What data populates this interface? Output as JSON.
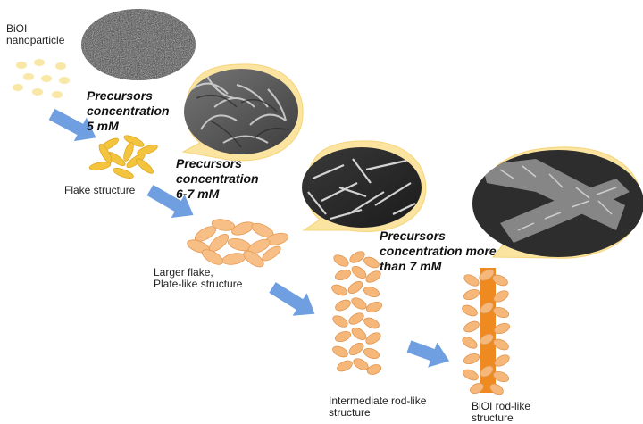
{
  "labels": {
    "bioi_nanoparticle": [
      "BiOI",
      "nanoparticle"
    ],
    "flake": "Flake structure",
    "plate": [
      "Larger flake,",
      "Plate-like structure"
    ],
    "intermediate": [
      "Intermediate rod-like",
      "structure"
    ],
    "bioi_rod": [
      "BiOI rod-like",
      "structure"
    ]
  },
  "concentrations": {
    "c1": [
      "Precursors",
      "concentration",
      "5 mM"
    ],
    "c2": [
      "Precursors",
      "concentration",
      "6-7 mM"
    ],
    "c3": [
      "Precursors",
      "concentration more",
      "than 7 mM"
    ]
  },
  "colors": {
    "arrow": "#6f9fe0",
    "speech_bubble": "#fbe4a0",
    "nanoparticle_dot": "#f8e7a6",
    "flake_yellow": "#f3c43d",
    "plate_orange": "#f7bf86",
    "rod_orange": "#f6b87a",
    "rod_core": "#ee8a1f"
  },
  "icons": [
    "down-right-arrow-icon",
    "right-arrow-icon",
    "sem-micrograph-image"
  ]
}
